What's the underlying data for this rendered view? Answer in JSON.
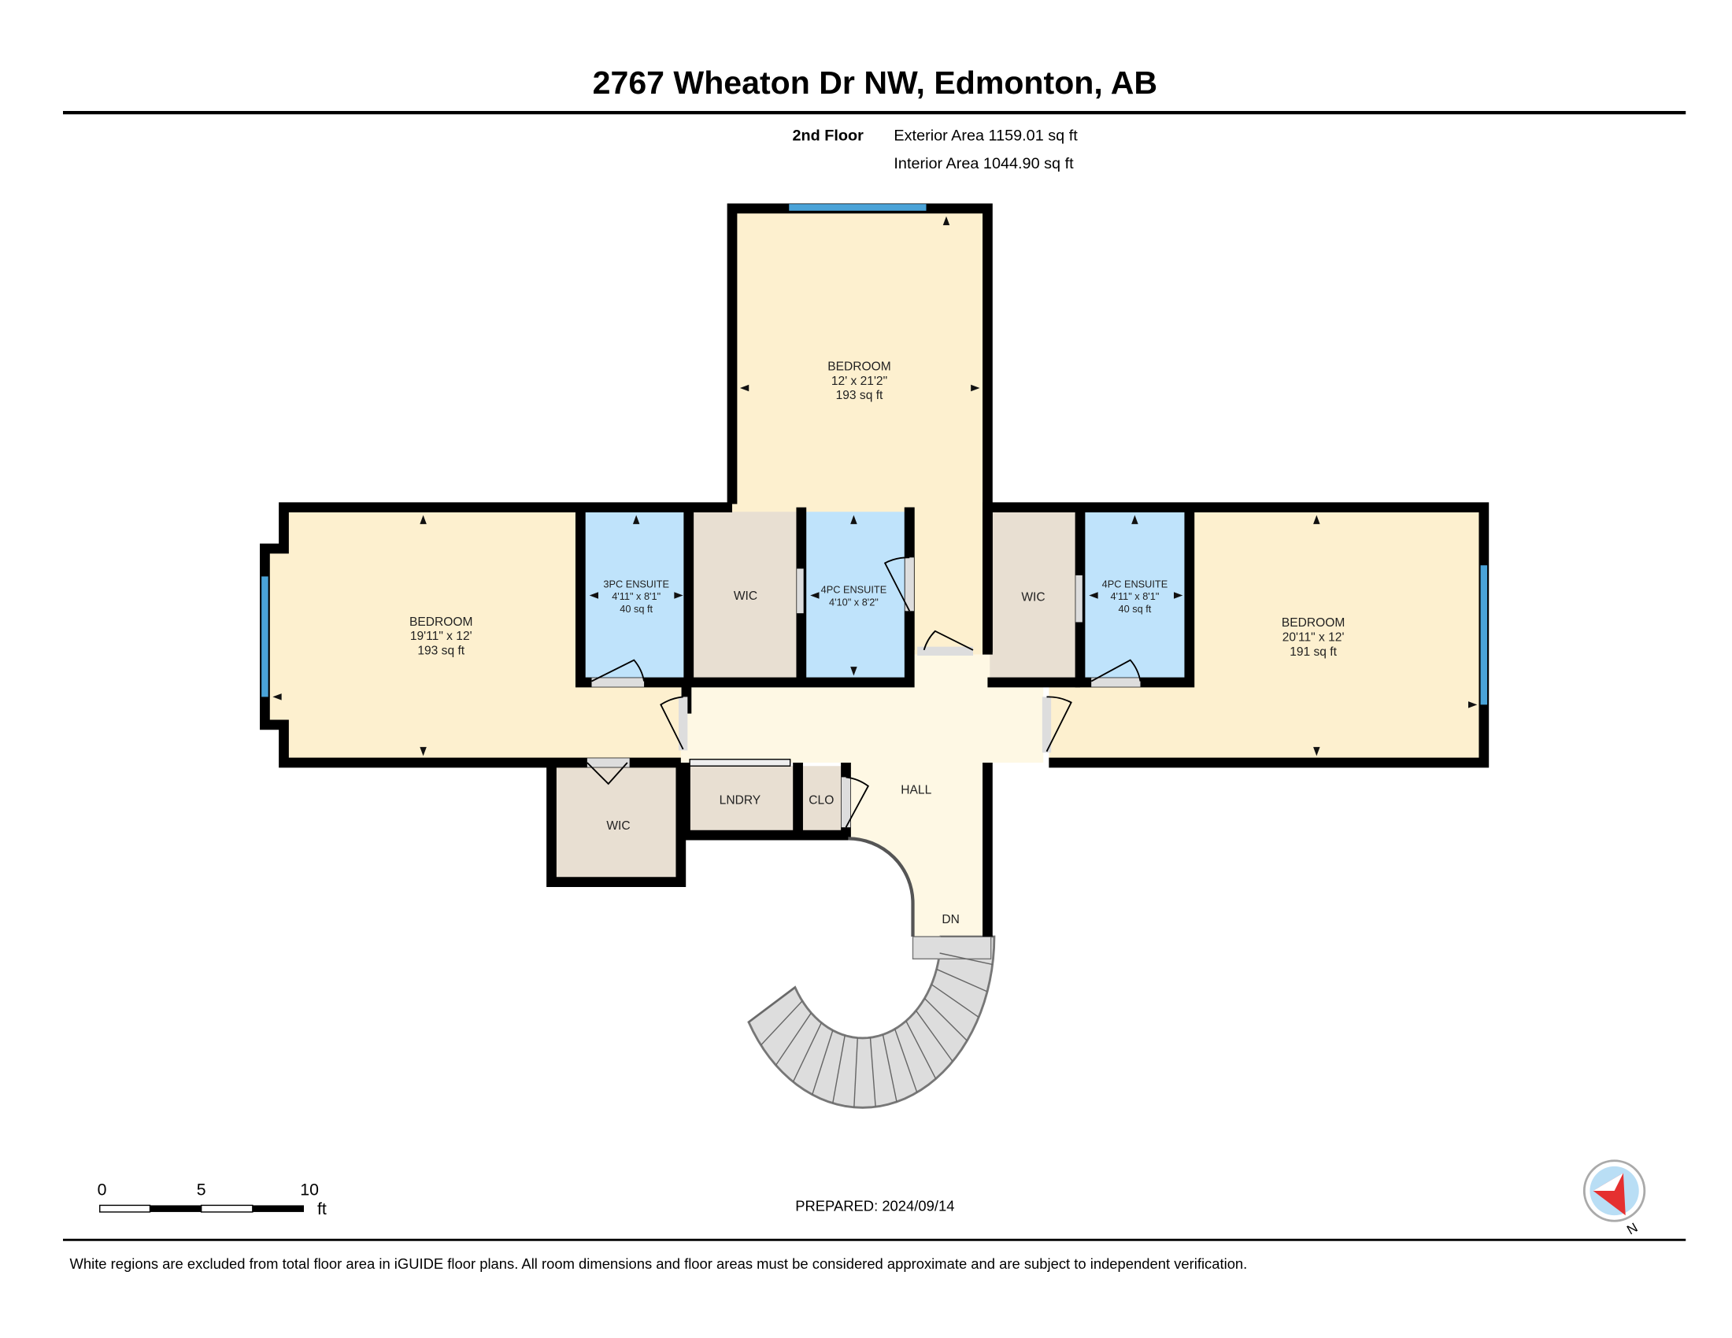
{
  "header": {
    "title": "2767 Wheaton Dr NW, Edmonton, AB"
  },
  "floor_info": {
    "floor": "2nd Floor",
    "exterior_area": "Exterior Area 1159.01 sq ft",
    "interior_area": "Interior Area 1044.90 sq ft"
  },
  "rooms": {
    "bedroom_top": {
      "name": "BEDROOM",
      "dims": "12' x 21'2\"",
      "area": "193 sq ft"
    },
    "bedroom_left": {
      "name": "BEDROOM",
      "dims": "19'11\" x 12'",
      "area": "193 sq ft"
    },
    "bedroom_right": {
      "name": "BEDROOM",
      "dims": "20'11\" x 12'",
      "area": "191 sq ft"
    },
    "ensuite_3pc": {
      "name": "3PC ENSUITE",
      "dims": "4'11\" x 8'1\"",
      "area": "40 sq ft"
    },
    "ensuite_4pc_left": {
      "name": "4PC ENSUITE",
      "dims": "4'10\" x 8'2\""
    },
    "ensuite_4pc_right": {
      "name": "4PC ENSUITE",
      "dims": "4'11\" x 8'1\"",
      "area": "40 sq ft"
    },
    "wic_center_left": {
      "name": "WIC"
    },
    "wic_center_right": {
      "name": "WIC"
    },
    "wic_bottom": {
      "name": "WIC"
    },
    "laundry": {
      "name": "LNDRY"
    },
    "closet": {
      "name": "CLO"
    },
    "hall": {
      "name": "HALL"
    },
    "stairs": {
      "name": "DN"
    }
  },
  "colors": {
    "bedroom": "#fdf0cf",
    "bath": "#bfe3fb",
    "closet": "#e8dfd2",
    "hall": "#fef8e4",
    "window": "#4aa3d8",
    "stairs": "#dddddd"
  },
  "scale_bar": {
    "labels": [
      "0",
      "5",
      "10"
    ],
    "unit": "ft"
  },
  "prepared": "PREPARED: 2024/09/14",
  "compass": {
    "label": "N",
    "icon": "compass-icon"
  },
  "footer": {
    "disclaimer": "White regions are excluded from total floor area in iGUIDE floor plans. All room dimensions and floor areas must be considered approximate and are subject to independent verification."
  }
}
